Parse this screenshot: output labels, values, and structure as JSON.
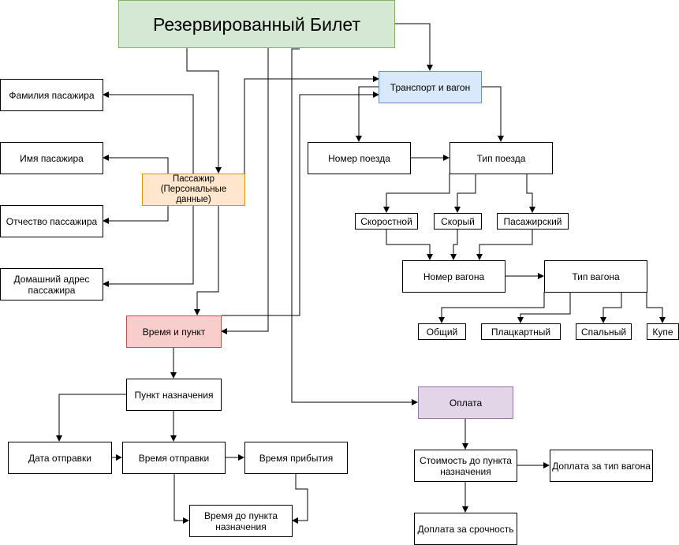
{
  "diagram": {
    "title": "Резервированный Билет",
    "transport": "Транспорт и вагон",
    "passenger": "Пассажир\n(Персональные\nданные)",
    "surname": "Фамилия пасажира",
    "name": "Имя пасажира",
    "patronymic": "Отчество пассажира",
    "address": "Домашний адрес\nпассажира",
    "train_number": "Номер поезда",
    "train_type": "Тип поезда",
    "express": "Скоростной",
    "fast": "Скорый",
    "passenger_train": "Пасажирский",
    "car_number": "Номер вагона",
    "car_type": "Тип вагона",
    "general": "Общий",
    "platzkart": "Плацкартный",
    "sleeping": "Спальный",
    "coupe": "Купе",
    "time_place": "Время и пункт",
    "destination": "Пункт назначения",
    "departure_date": "Дата отправки",
    "departure_time": "Время отправки",
    "arrival_time": "Время прибытия",
    "time_to_dest": "Время до пункта\nназначения",
    "payment": "Оплата",
    "cost": "Стоимость до пункта\nназначения",
    "car_surcharge": "Доплата за тип вагона",
    "urgency_surcharge": "Доплата за срочность"
  }
}
